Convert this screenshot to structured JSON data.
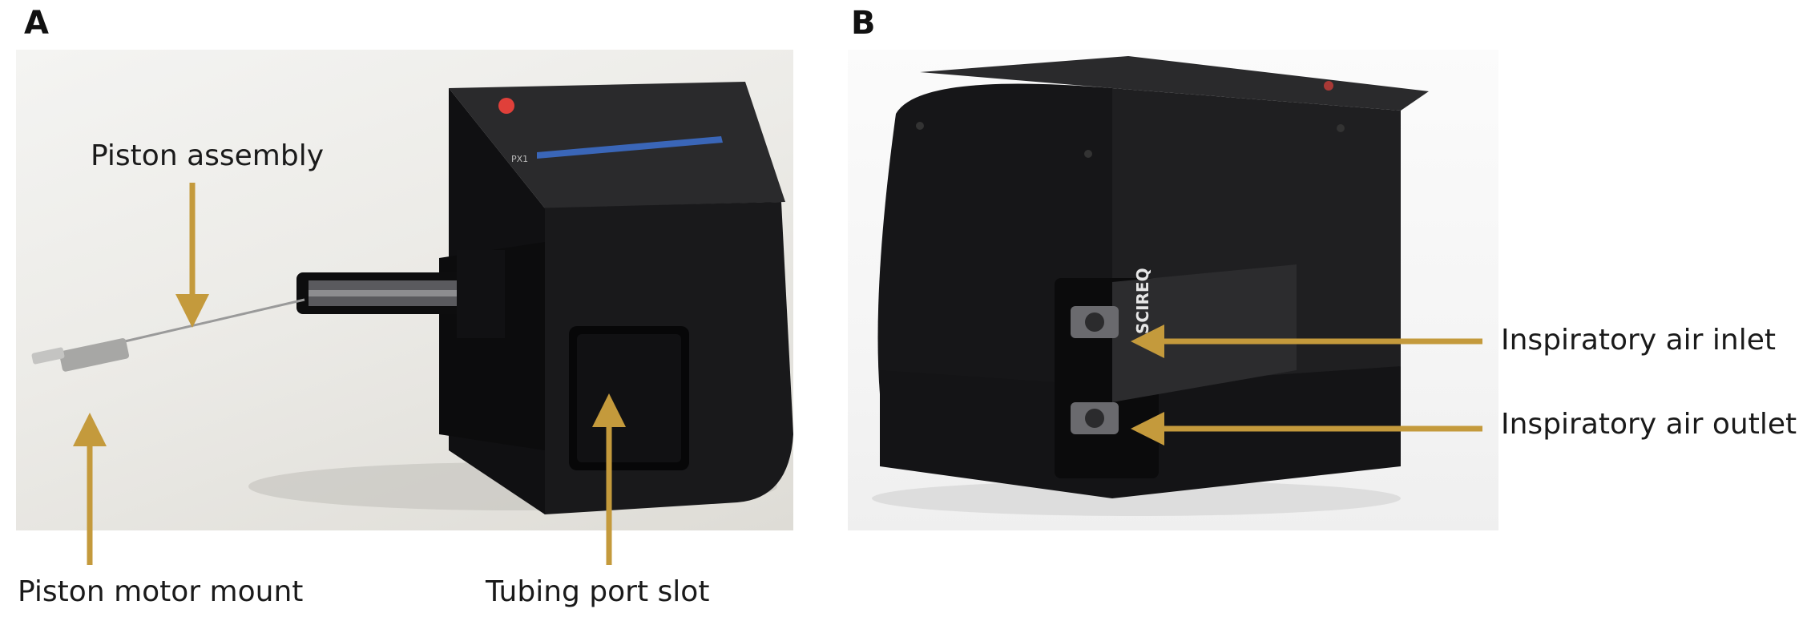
{
  "panels": {
    "a": {
      "letter": "A"
    },
    "b": {
      "letter": "B"
    }
  },
  "labels": {
    "piston_assembly": "Piston assembly",
    "piston_motor_mount": "Piston motor mount",
    "tubing_port_slot": "Tubing port slot",
    "inspiratory_air_inlet": "Inspiratory air inlet",
    "inspiratory_air_outlet": "Inspiratory air outlet"
  },
  "device": {
    "top_marking": "PX1",
    "label_brand": "SCIREQ"
  },
  "colors": {
    "arrow": "#c49a3c",
    "device_body": "#1c1c1e",
    "indicator_dot": "#e0403a",
    "stripe": "#3a66b8"
  }
}
